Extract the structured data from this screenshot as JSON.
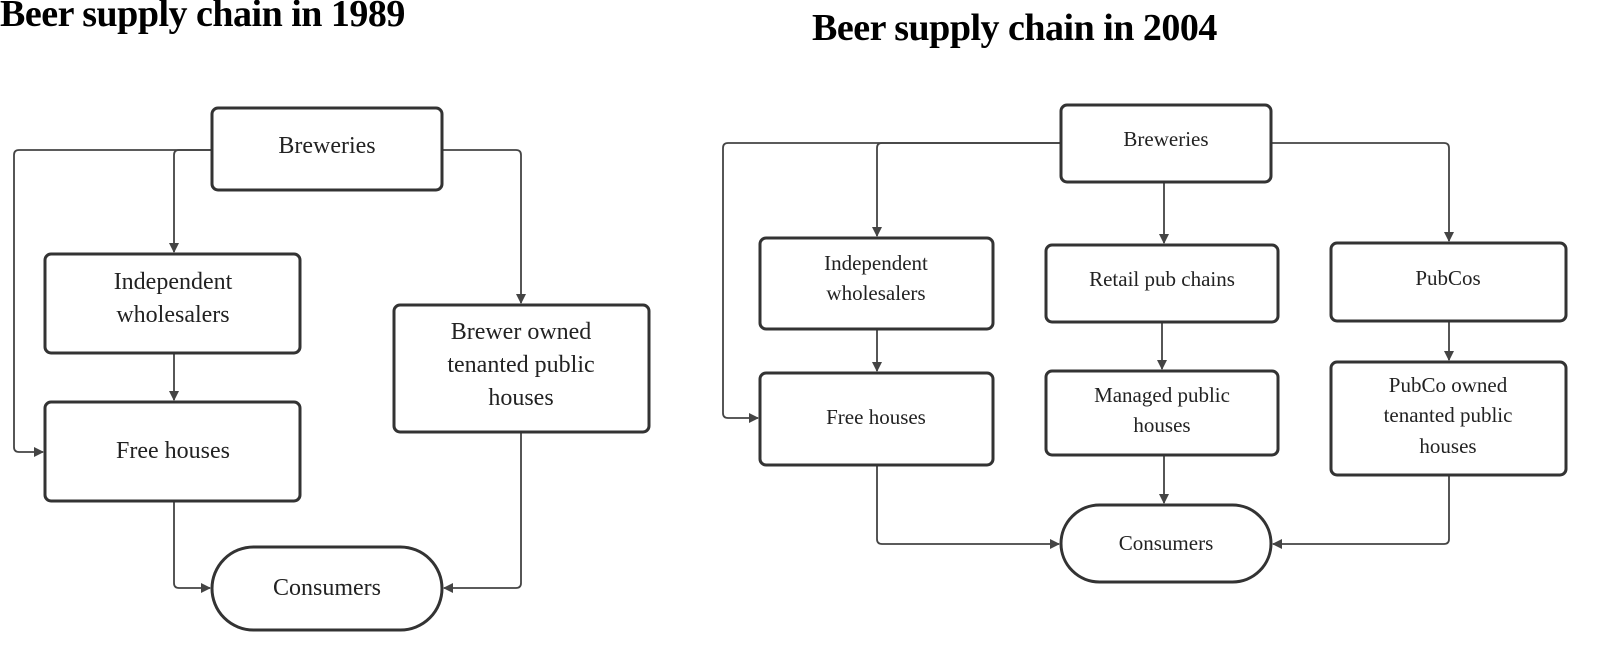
{
  "diagrams": [
    {
      "title": "Beer supply chain in 1989",
      "nodes": {
        "breweries": "Breweries",
        "wholesalers": [
          "Independent",
          "wholesalers"
        ],
        "free_houses": "Free houses",
        "brewer_owned": [
          "Brewer owned",
          "tenanted public",
          "houses"
        ],
        "consumers": "Consumers"
      },
      "edges": [
        [
          "Breweries",
          "Independent wholesalers"
        ],
        [
          "Breweries",
          "Free houses"
        ],
        [
          "Breweries",
          "Brewer owned tenanted public houses"
        ],
        [
          "Independent wholesalers",
          "Free houses"
        ],
        [
          "Free houses",
          "Consumers"
        ],
        [
          "Brewer owned tenanted public houses",
          "Consumers"
        ]
      ]
    },
    {
      "title": "Beer supply chain in 2004",
      "nodes": {
        "breweries": "Breweries",
        "wholesalers": [
          "Independent",
          "wholesalers"
        ],
        "retail_chains": "Retail pub chains",
        "pubcos": "PubCos",
        "free_houses": "Free houses",
        "managed": [
          "Managed public",
          "houses"
        ],
        "pubco_owned": [
          "PubCo owned",
          "tenanted public",
          "houses"
        ],
        "consumers": "Consumers"
      },
      "edges": [
        [
          "Breweries",
          "Independent wholesalers"
        ],
        [
          "Breweries",
          "Free houses"
        ],
        [
          "Breweries",
          "Retail pub chains"
        ],
        [
          "Breweries",
          "PubCos"
        ],
        [
          "Independent wholesalers",
          "Free houses"
        ],
        [
          "Retail pub chains",
          "Managed public houses"
        ],
        [
          "PubCos",
          "PubCo owned tenanted public houses"
        ],
        [
          "Free houses",
          "Consumers"
        ],
        [
          "Managed public houses",
          "Consumers"
        ],
        [
          "PubCo owned tenanted public houses",
          "Consumers"
        ]
      ]
    }
  ]
}
